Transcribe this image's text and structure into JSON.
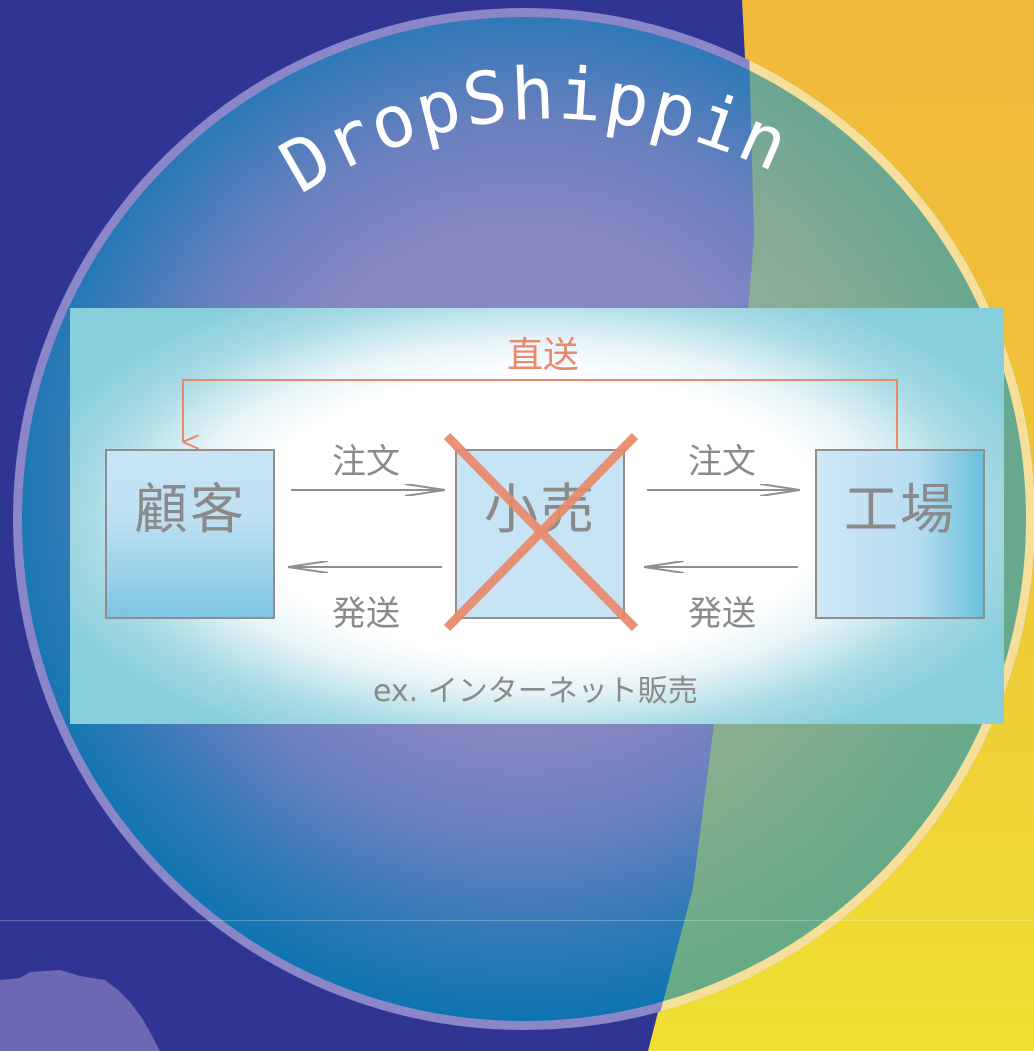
{
  "title": "DropShipping",
  "diagram": {
    "direct_label": "直送",
    "nodes": {
      "customer": "顧客",
      "retailer": "小売",
      "factory": "工場"
    },
    "edges": {
      "order_left": "注文",
      "order_right": "注文",
      "ship_left": "発送",
      "ship_right": "発送"
    },
    "example": "ex. インターネット販売"
  },
  "colors": {
    "background_navy": "#2f3592",
    "accent_yellow": "#f0c53a",
    "globe_rim": "#8a86c8",
    "direct_arrow": "#e8896b",
    "cross": "#e8896b",
    "box_fill": "#c7e4f5",
    "text_gray": "#8a8a8a"
  }
}
